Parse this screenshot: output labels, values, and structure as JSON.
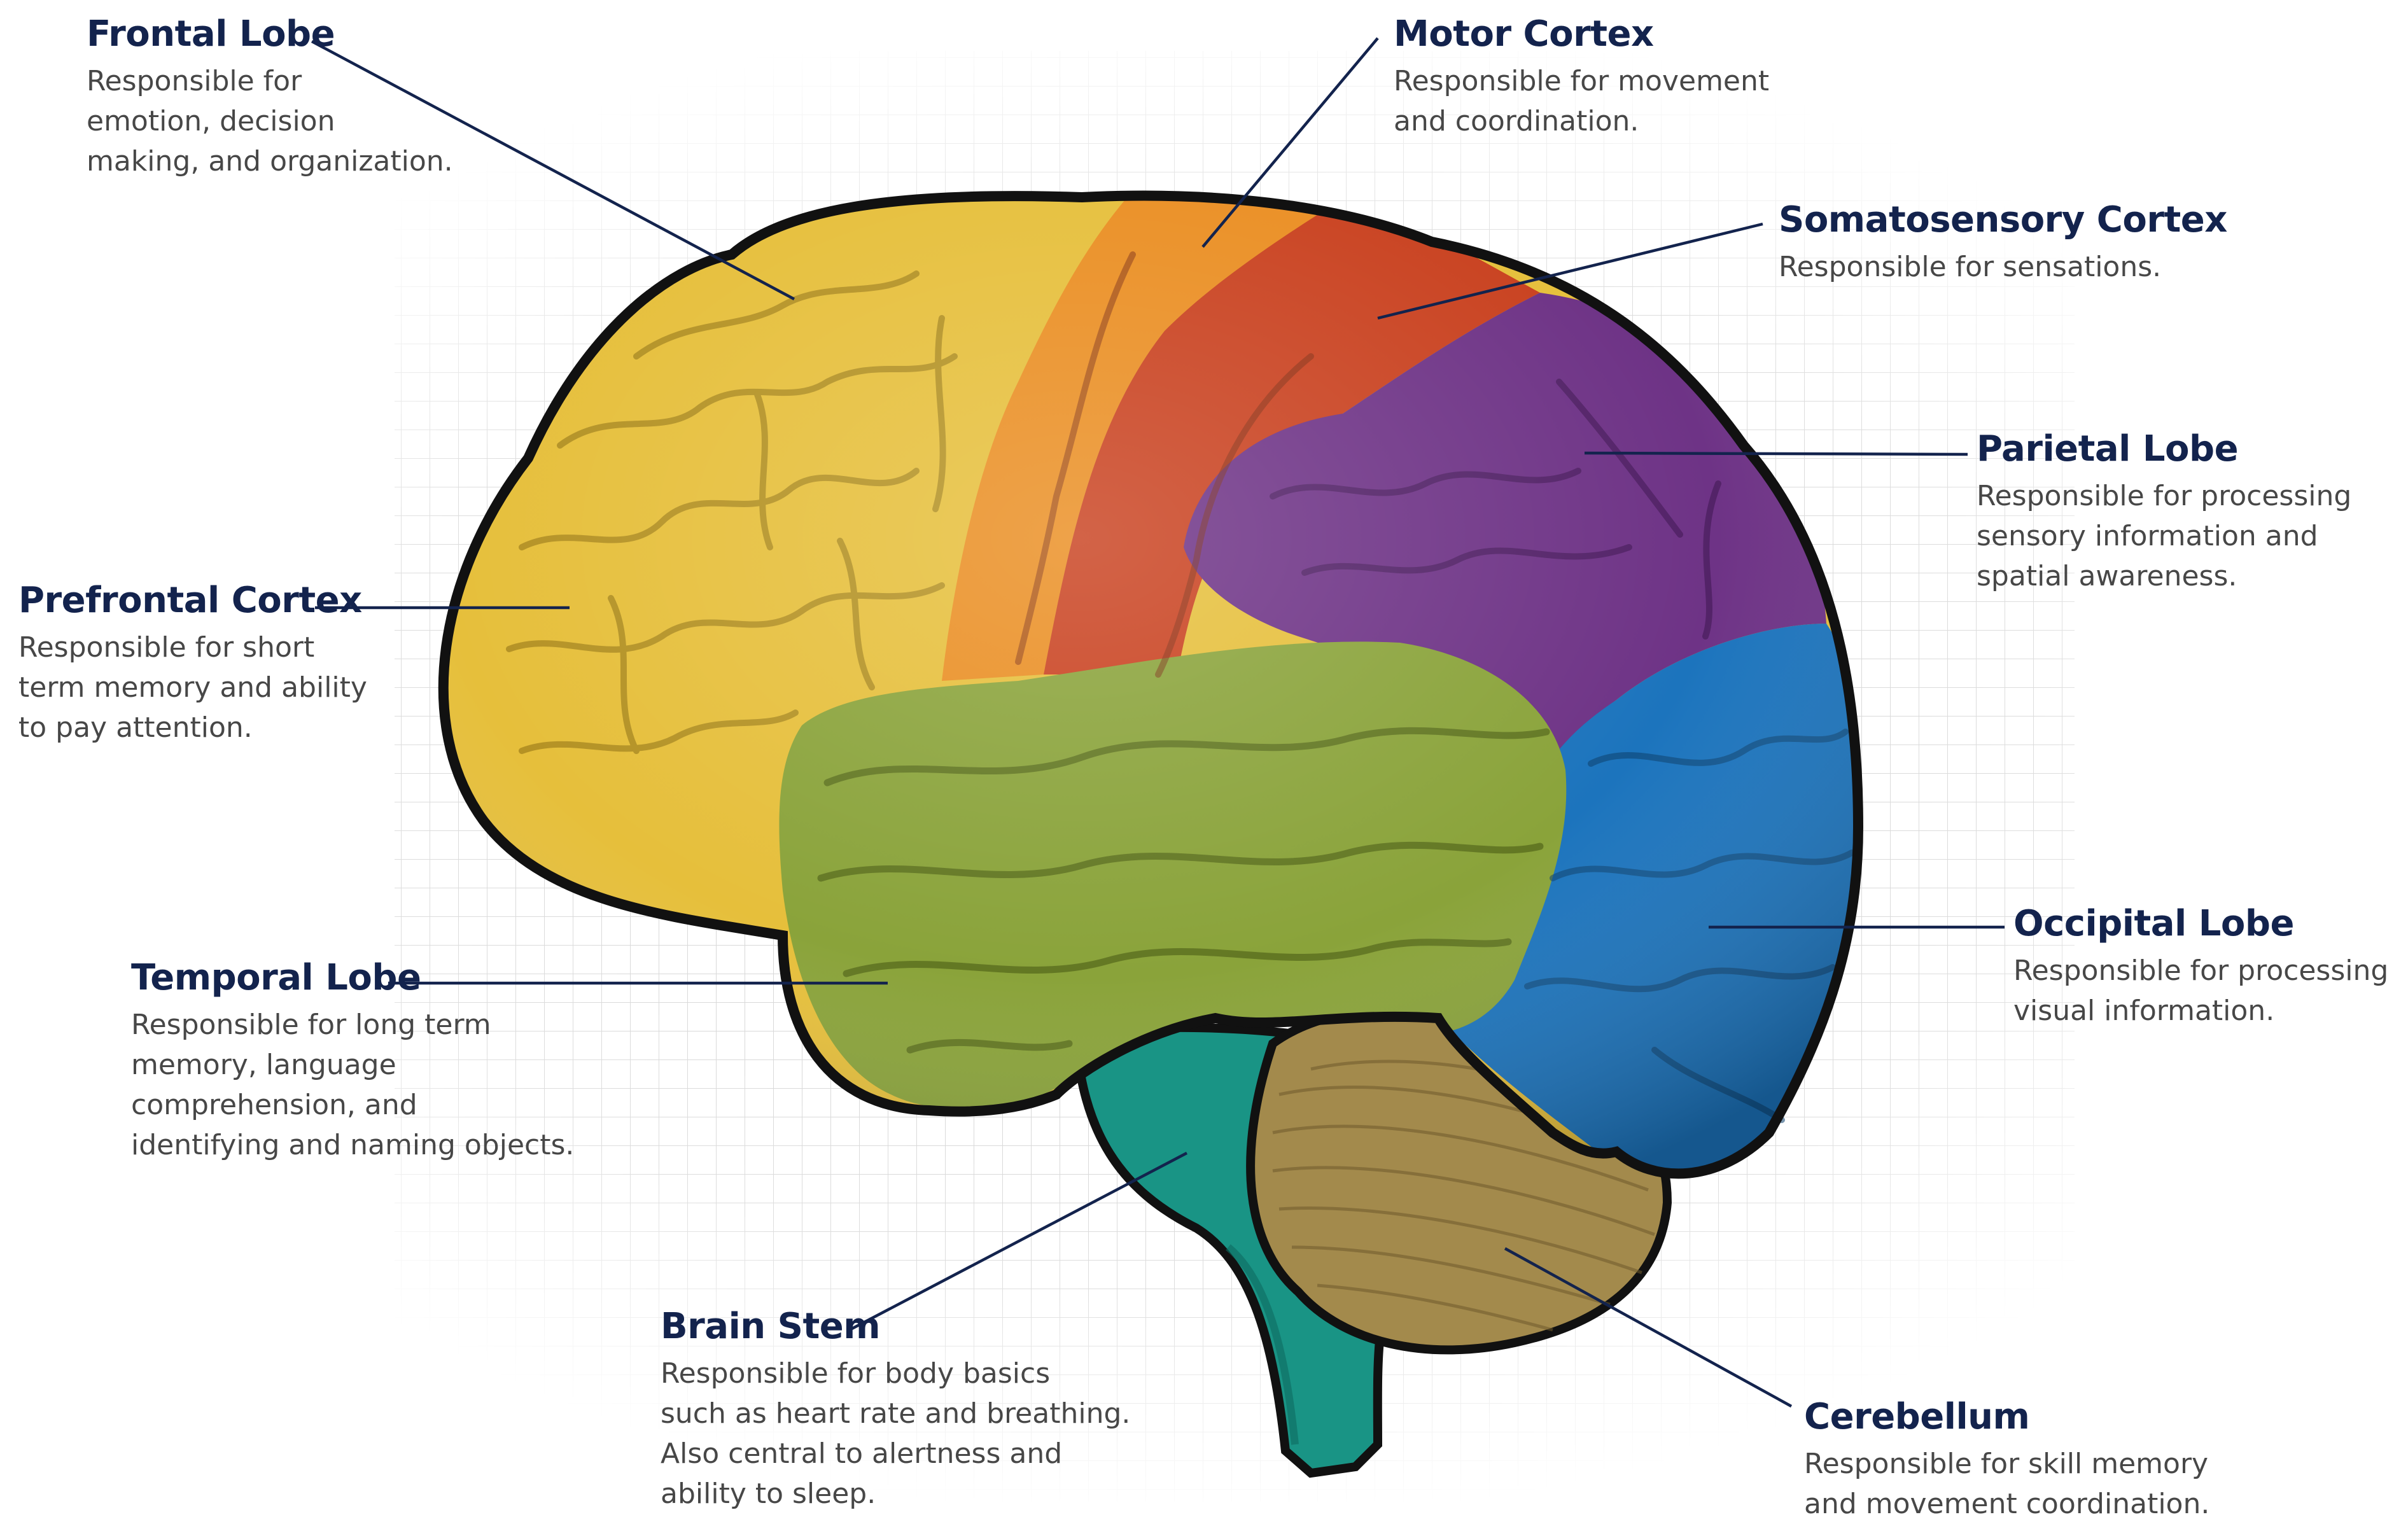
{
  "labels": {
    "frontal_lobe": {
      "title": "Frontal Lobe",
      "description": "Responsible for\nemotion, decision\nmaking, and organization."
    },
    "motor_cortex": {
      "title": "Motor Cortex",
      "description": "Responsible for movement\nand coordination."
    },
    "somatosensory_cortex": {
      "title": "Somatosensory Cortex",
      "description": "Responsible for sensations."
    },
    "parietal_lobe": {
      "title": "Parietal Lobe",
      "description": "Responsible for processing\nsensory information and\nspatial awareness."
    },
    "prefrontal_cortex": {
      "title": "Prefrontal Cortex",
      "description": "Responsible for short\nterm memory and ability\nto pay attention."
    },
    "occipital_lobe": {
      "title": "Occipital Lobe",
      "description": "Responsible for processing\nvisual information."
    },
    "temporal_lobe": {
      "title": "Temporal Lobe",
      "description": "Responsible for long term\nmemory, language\ncomprehension, and\nidentifying and naming objects."
    },
    "brain_stem": {
      "title": "Brain Stem",
      "description": "Responsible for body basics\nsuch as heart rate and breathing.\nAlso central to alertness and\nability to sleep."
    },
    "cerebellum": {
      "title": "Cerebellum",
      "description": "Responsible for skill memory\nand movement coordination."
    }
  },
  "colors": {
    "frontal_lobe": "#e6bf3b",
    "motor_cortex": "#ea8e22",
    "somatosensory_cortex": "#c9411f",
    "parietal_lobe": "#6e3386",
    "occipital_lobe": "#1c74bd",
    "temporal_lobe": "#8aa33a",
    "cerebellum": "#a38a4c",
    "brain_stem": "#199485",
    "outline": "#111111",
    "leader_line": "#13234d",
    "title_text": "#13234d",
    "body_text": "#474747",
    "grid": "#d6d6d6"
  }
}
